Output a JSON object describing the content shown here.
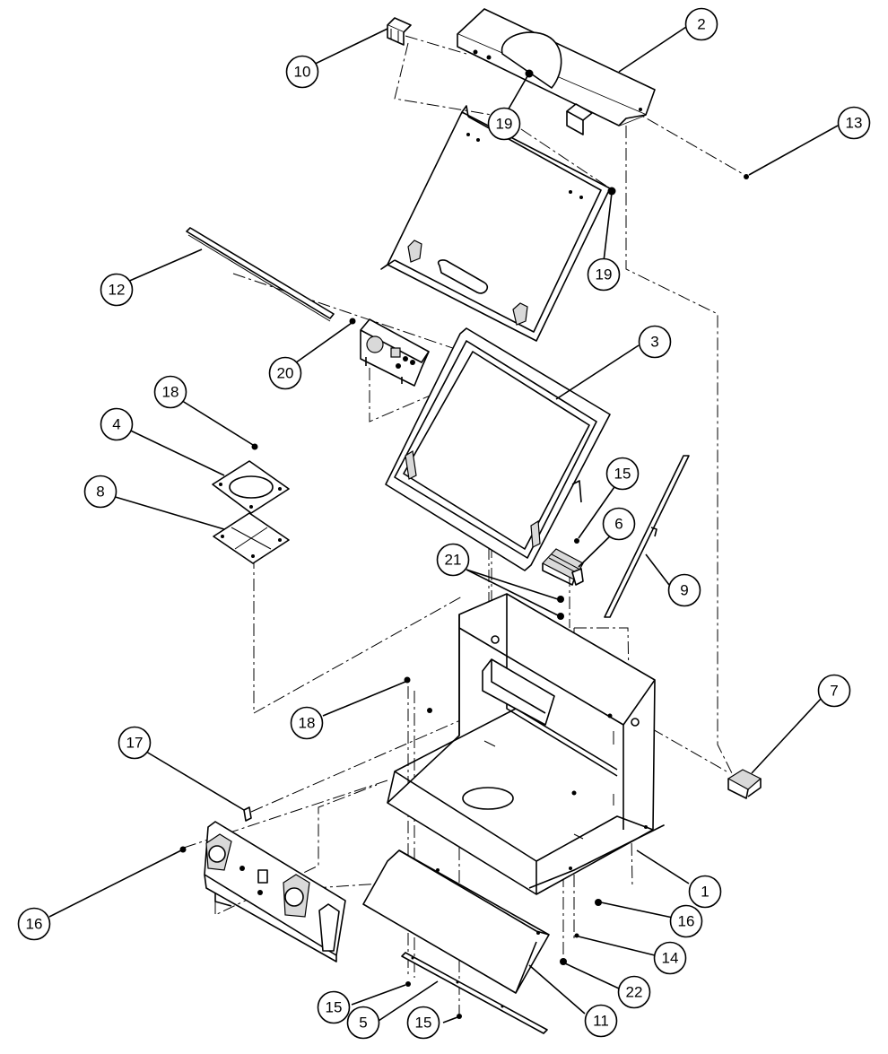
{
  "callouts": [
    {
      "label": "1"
    },
    {
      "label": "2"
    },
    {
      "label": "3"
    },
    {
      "label": "4"
    },
    {
      "label": "5"
    },
    {
      "label": "6"
    },
    {
      "label": "7"
    },
    {
      "label": "8"
    },
    {
      "label": "9"
    },
    {
      "label": "10"
    },
    {
      "label": "11"
    },
    {
      "label": "12"
    },
    {
      "label": "13"
    },
    {
      "label": "14"
    },
    {
      "label": "15"
    },
    {
      "label": "15"
    },
    {
      "label": "15"
    },
    {
      "label": "16"
    },
    {
      "label": "16"
    },
    {
      "label": "17"
    },
    {
      "label": "18"
    },
    {
      "label": "18"
    },
    {
      "label": "19"
    },
    {
      "label": "19"
    },
    {
      "label": "20"
    },
    {
      "label": "21"
    },
    {
      "label": "22"
    }
  ]
}
